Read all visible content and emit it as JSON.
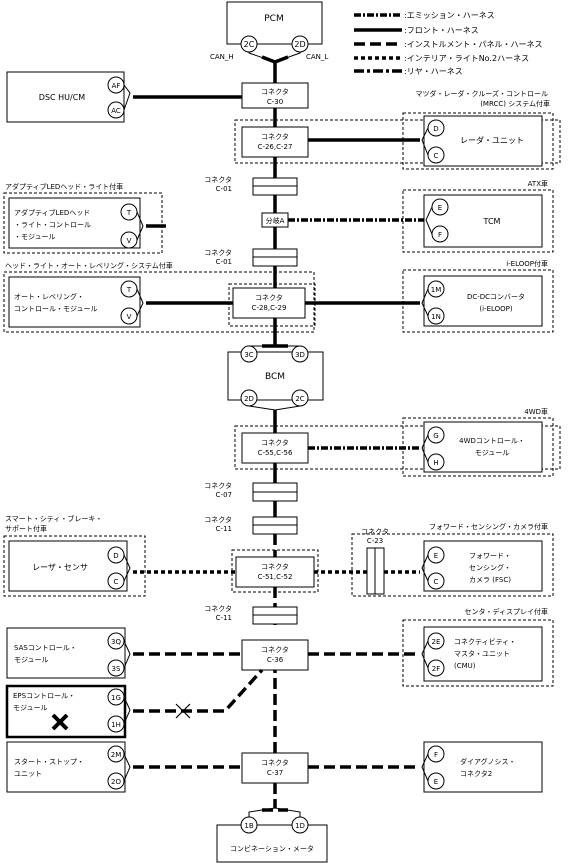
{
  "legend": [
    {
      "key": "emission",
      "label": ":エミッション・ハーネス"
    },
    {
      "key": "front",
      "label": ":フロント・ハーネス"
    },
    {
      "key": "instrument",
      "label": ":インストルメント・パネル・ハーネス"
    },
    {
      "key": "interior",
      "label": ":インテリア・ライトNo.2ハーネス"
    },
    {
      "key": "rear",
      "label": ":リヤ・ハーネス"
    }
  ],
  "modules": {
    "pcm": {
      "label": "PCM",
      "pins": [
        "2C",
        "2D"
      ],
      "can_h": "CAN_H",
      "can_l": "CAN_L"
    },
    "dsc": {
      "label": "DSC HU/CM",
      "pins": [
        "AF",
        "AC"
      ]
    },
    "radar_unit": {
      "label": "レーダ・ユニット",
      "pins": [
        "D",
        "C"
      ],
      "group": "マツダ・レーダ・クルーズ・コントロール(MRCC)システム付車",
      "group_l1": "マツダ・レーダ・クルーズ・コントロール",
      "group_l2": "(MRCC) システム付車"
    },
    "adaptive_led": {
      "l1": "アダプティブLEDヘッド",
      "l2": "・ライト・コントロール",
      "l3": "・モジュール",
      "pins": [
        "T",
        "V"
      ],
      "group": "アダプティブLEDヘッド・ライト付車"
    },
    "tcm": {
      "label": "TCM",
      "pins": [
        "E",
        "F"
      ],
      "group": "ATX車"
    },
    "auto_level": {
      "l1": "オート・レベリング・",
      "l2": "コントロール・モジュール",
      "pins": [
        "T",
        "V"
      ],
      "group": "ヘッド・ライト・オート・レベリング・システム付車"
    },
    "dcdc": {
      "l1": "DC-DCコンバータ",
      "l2": "(i-ELOOP)",
      "pins": [
        "1M",
        "1N"
      ],
      "group": "i-ELOOP付車"
    },
    "bcm": {
      "label": "BCM",
      "pins": [
        "3C",
        "3D",
        "2D",
        "2C"
      ]
    },
    "awd": {
      "l1": "4WDコントロール・",
      "l2": "モジュール",
      "pins": [
        "G",
        "H"
      ],
      "group": "4WD車"
    },
    "laser": {
      "label": "レーザ・センサ",
      "pins": [
        "D",
        "C"
      ],
      "group_l1": "スマート・シティ・ブレーキ・",
      "group_l2": "サポート付車"
    },
    "fsc": {
      "l1": "フォワード・",
      "l2": "センシング・",
      "l3": "カメラ (FSC)",
      "pins": [
        "E",
        "C"
      ],
      "group": "フォワード・センシング・カメラ付車"
    },
    "sas": {
      "l1": "SASコントロール・",
      "l2": "モジュール",
      "pins": [
        "3Q",
        "3S"
      ]
    },
    "cmu": {
      "l1": "コネクティビティ・",
      "l2": "マスタ・ユニット",
      "l3": "(CMU)",
      "pins": [
        "2E",
        "2F"
      ],
      "group": "センタ・ディスプレイ付車"
    },
    "eps": {
      "l1": "EPSコントロール・",
      "l2": "モジュール",
      "pins": [
        "1G",
        "1H"
      ]
    },
    "start_stop": {
      "l1": "スタート・ストップ・",
      "l2": "ユニット",
      "pins": [
        "2M",
        "2O"
      ]
    },
    "dlc": {
      "l1": "ダイアグノシス・",
      "l2": "コネクタ2",
      "pins": [
        "F",
        "E"
      ]
    },
    "meter": {
      "label": "コンビネーション・メータ",
      "pins": [
        "1B",
        "1D"
      ]
    }
  },
  "connectors": {
    "c30": {
      "l1": "コネクタ",
      "l2": "C-30"
    },
    "c2627": {
      "l1": "コネクタ",
      "l2": "C-26,C-27"
    },
    "c01a": {
      "l1": "コネクタ",
      "l2": "C-01"
    },
    "branch": {
      "label": "分岐A"
    },
    "c01b": {
      "l1": "コネクタ",
      "l2": "C-01"
    },
    "c2829": {
      "l1": "コネクタ",
      "l2": "C-28,C-29"
    },
    "c5556": {
      "l1": "コネクタ",
      "l2": "C-55,C-56"
    },
    "c07": {
      "l1": "コネクタ",
      "l2": "C-07"
    },
    "c11a": {
      "l1": "コネクタ",
      "l2": "C-11"
    },
    "c23": {
      "l1": "コネクタ",
      "l2": "C-23"
    },
    "c5152": {
      "l1": "コネクタ",
      "l2": "C-51,C-52"
    },
    "c11b": {
      "l1": "コネクタ",
      "l2": "C-11"
    },
    "c36": {
      "l1": "コネクタ",
      "l2": "C-36"
    },
    "c37": {
      "l1": "コネクタ",
      "l2": "C-37"
    }
  }
}
